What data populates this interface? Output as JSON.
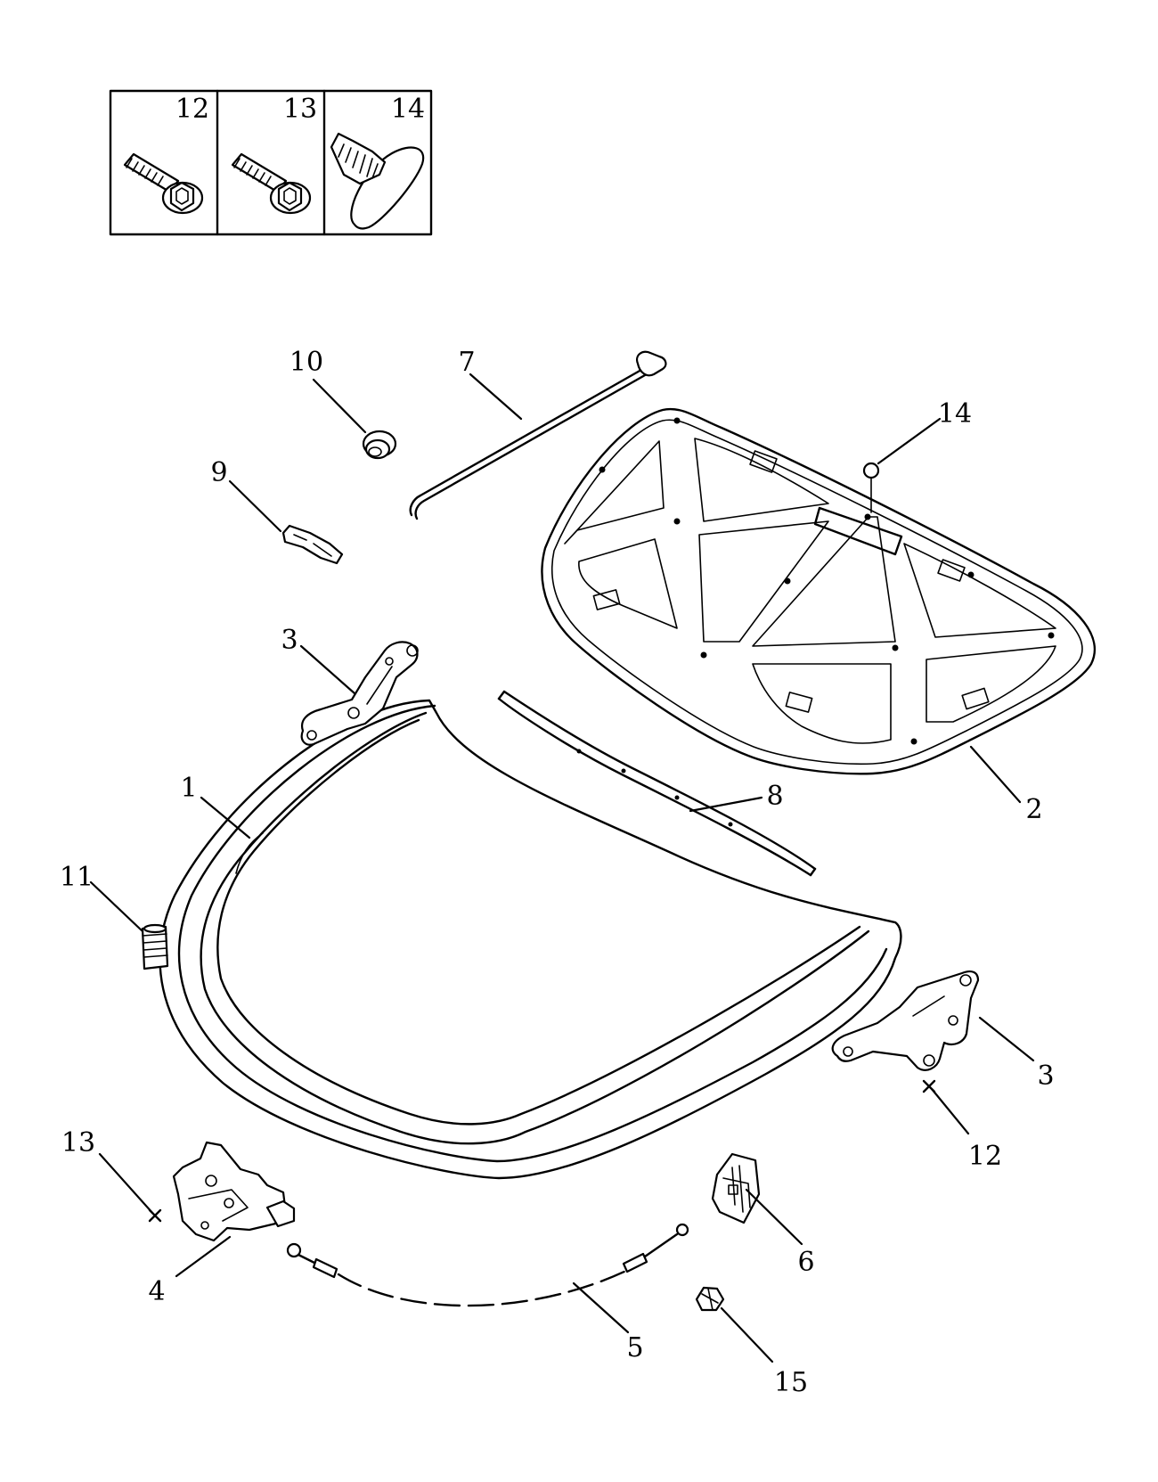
{
  "inset": {
    "cells": [
      {
        "number": "12",
        "icon": "flange-bolt-icon"
      },
      {
        "number": "13",
        "icon": "flange-bolt-icon"
      },
      {
        "number": "14",
        "icon": "push-clip-icon"
      }
    ]
  },
  "callouts": [
    {
      "id": "1",
      "label": "1"
    },
    {
      "id": "2",
      "label": "2"
    },
    {
      "id": "3a",
      "label": "3"
    },
    {
      "id": "3b",
      "label": "3"
    },
    {
      "id": "4",
      "label": "4"
    },
    {
      "id": "5",
      "label": "5"
    },
    {
      "id": "6",
      "label": "6"
    },
    {
      "id": "7",
      "label": "7"
    },
    {
      "id": "8",
      "label": "8"
    },
    {
      "id": "9",
      "label": "9"
    },
    {
      "id": "10",
      "label": "10"
    },
    {
      "id": "11",
      "label": "11"
    },
    {
      "id": "12",
      "label": "12"
    },
    {
      "id": "13",
      "label": "13"
    },
    {
      "id": "14",
      "label": "14"
    },
    {
      "id": "15",
      "label": "15"
    }
  ]
}
